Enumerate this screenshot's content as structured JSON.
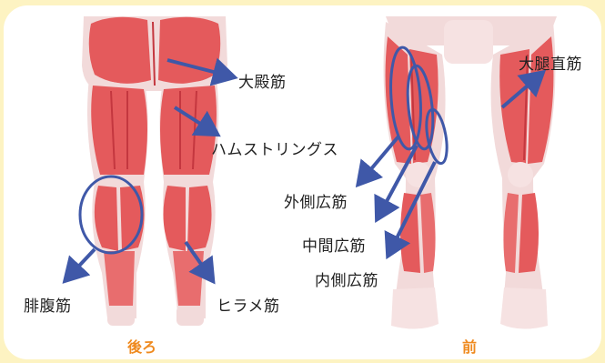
{
  "colors": {
    "background": "#fdf3c2",
    "muscle": "#e45a5c",
    "muscle_dark": "#c4373f",
    "tendon": "#f2dada",
    "arrow": "#3f58a8",
    "view_label": "#ef8a1f"
  },
  "views": {
    "back": "後ろ",
    "front": "前"
  },
  "muscles": {
    "gluteus_maximus": "大殿筋",
    "hamstrings": "ハムストリングス",
    "gastrocnemius": "腓腹筋",
    "soleus": "ヒラメ筋",
    "rectus_femoris": "大腿直筋",
    "vastus_lateralis": "外側広筋",
    "vastus_intermedius": "中間広筋",
    "vastus_medialis": "内側広筋"
  }
}
